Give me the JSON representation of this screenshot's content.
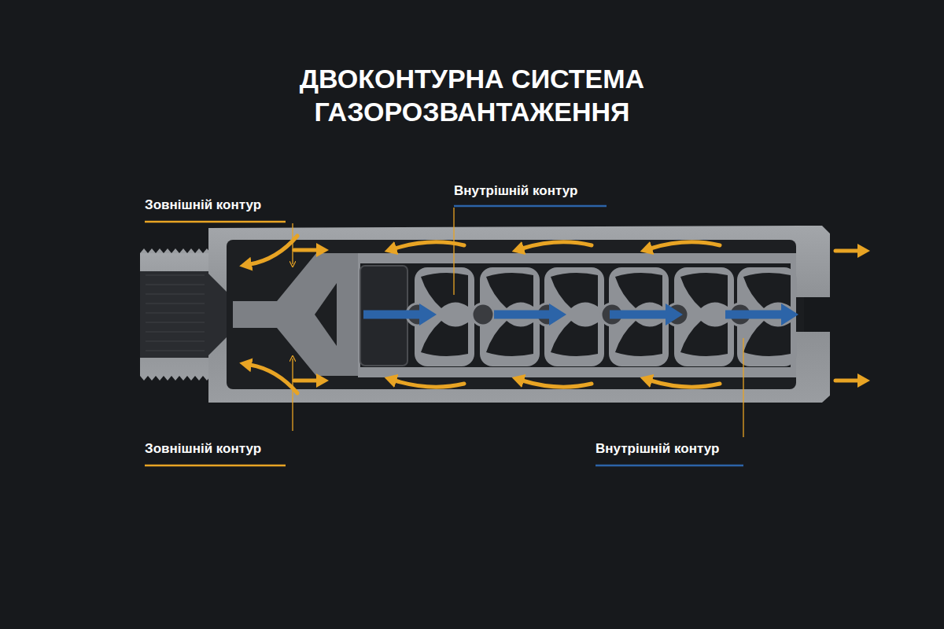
{
  "diagram": {
    "title": "ДВОКОНТУРНА СИСТЕМА ГАЗОРОЗВАНТАЖЕННЯ",
    "labels": [
      "Внутрішній контур",
      "Зовнішній контур",
      "Зовнішній контур",
      "Внутрішній контур"
    ]
  }
}
